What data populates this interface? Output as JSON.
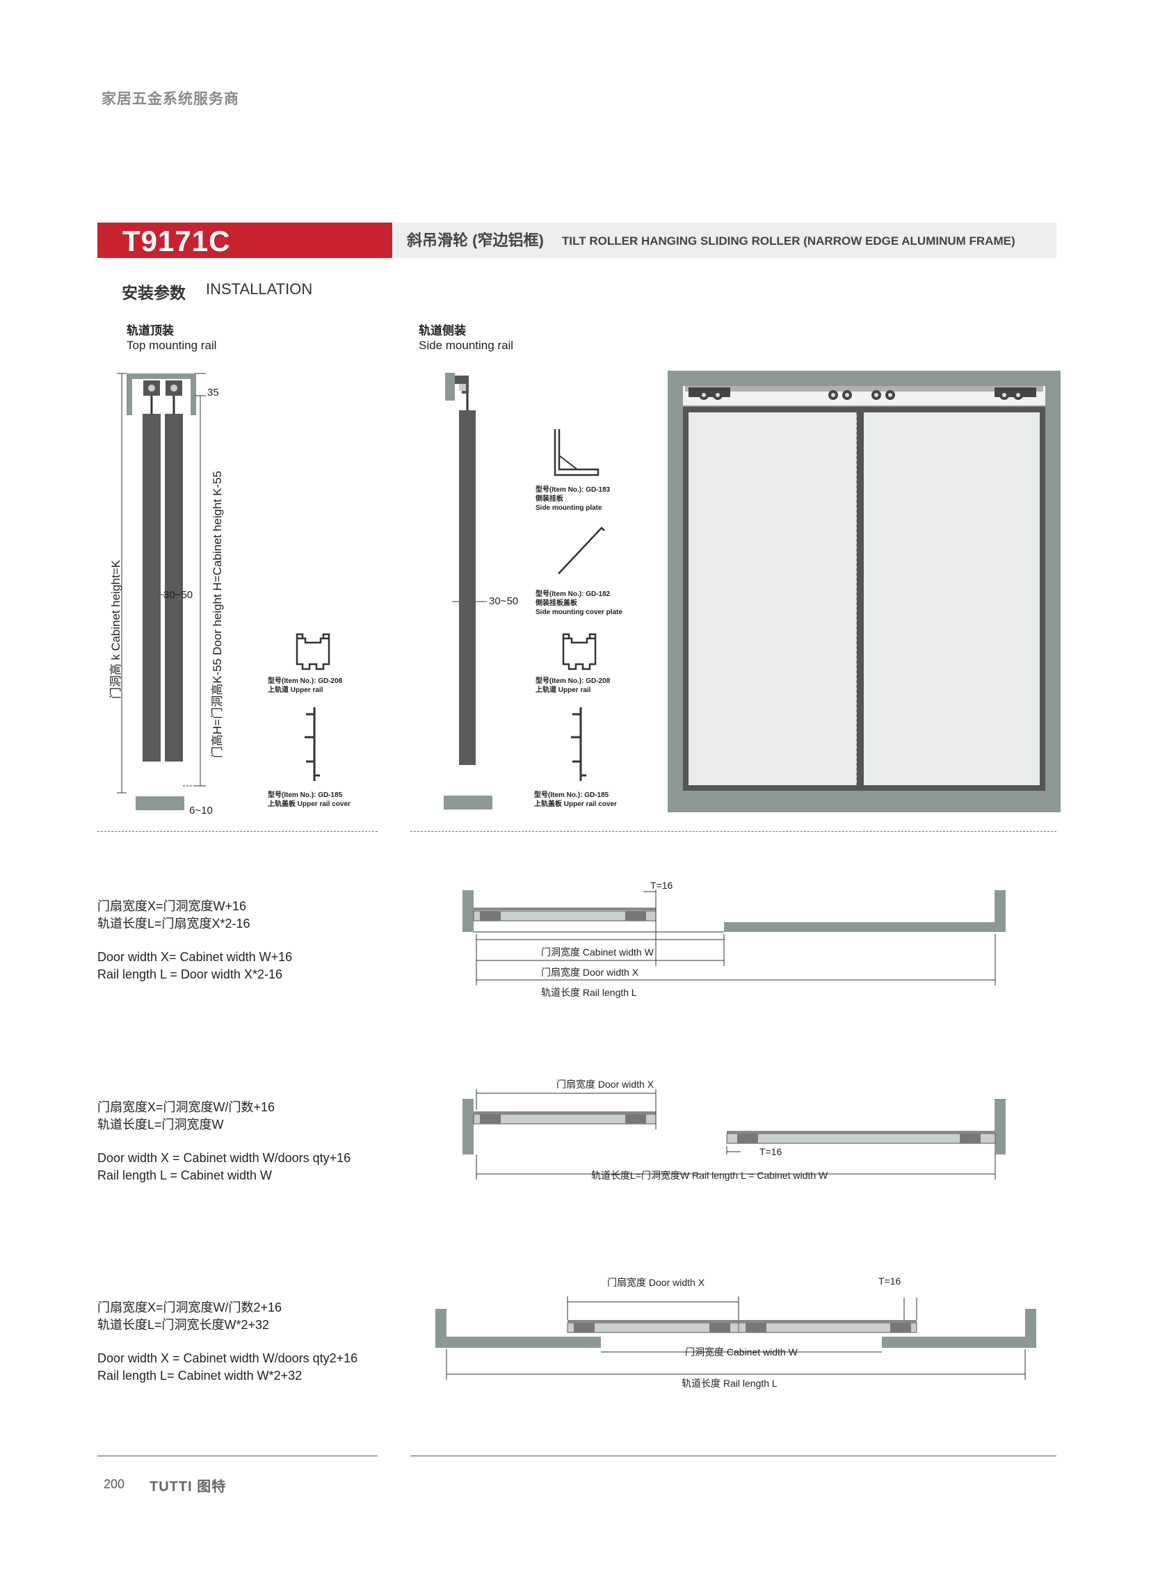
{
  "header": {
    "tagline": "家居五金系统服务商",
    "model": "T9171C",
    "title_cn": "斜吊滑轮 (窄边铝框)",
    "title_en": "TILT ROLLER HANGING SLIDING ROLLER (NARROW EDGE ALUMINUM FRAME)",
    "section_cn": "安装参数",
    "section_en": "INSTALLATION"
  },
  "top_mount": {
    "label_cn": "轨道顶装",
    "label_en": "Top mounting rail",
    "dim_top": "35",
    "dim_gap": "30~50",
    "dim_bottom": "6~10",
    "cabinet_height": "门洞高 k  Cabinet height=K",
    "door_height": "门高H=门洞高K-55  Door height H=Cabinet height K-55"
  },
  "side_mount": {
    "label_cn": "轨道侧装",
    "label_en": "Side mounting rail",
    "dim_gap": "30~50"
  },
  "parts": {
    "gd208_left": {
      "item": "型号(Item No.): GD-208",
      "name": "上轨道 Upper rail"
    },
    "gd185_left": {
      "item": "型号(Item No.): GD-185",
      "name": "上轨盖板 Upper rail cover"
    },
    "gd183": {
      "item": "型号(Item No.): GD-183",
      "name_cn": "侧装挂板",
      "name_en": "Side mounting plate"
    },
    "gd182": {
      "item": "型号(Item No.): GD-182",
      "name_cn": "侧装挂板盖板",
      "name_en": "Side mounting cover plate"
    },
    "gd208_right": {
      "item": "型号(Item No.): GD-208",
      "name": "上轨道 Upper rail"
    },
    "gd185_right": {
      "item": "型号(Item No.): GD-185",
      "name": "上轨盖板 Upper rail cover"
    }
  },
  "formula1": {
    "cn1": "门扇宽度X=门洞宽度W+16",
    "cn2": "轨道长度L=门扇宽度X*2-16",
    "en1": "Door width X= Cabinet width W+16",
    "en2": "Rail length L = Door width X*2-16",
    "t": "T=16",
    "d1": "门洞宽度 Cabinet width W",
    "d2": "门扇宽度 Door width X",
    "d3": "轨道长度 Rail length L"
  },
  "formula2": {
    "cn1": "门扇宽度X=门洞宽度W/门数+16",
    "cn2": "轨道长度L=门洞宽度W",
    "en1": "Door width X = Cabinet width W/doors qty+16",
    "en2": "Rail length L = Cabinet width W",
    "d1": "门扇宽度 Door width X",
    "t": "T=16",
    "d2": "轨道长度L=门洞宽度W  Rail length L = Cabinet width W"
  },
  "formula3": {
    "cn1": "门扇宽度X=门洞宽度W/门数2+16",
    "cn2": "轨道长度L=门洞宽长度W*2+32",
    "en1": "Door width X = Cabinet width W/doors qty2+16",
    "en2": "Rail length L= Cabinet width W*2+32",
    "d1": "门扇宽度 Door width X",
    "t": "T=16",
    "d2": "门洞宽度 Cabinet width W",
    "d3": "轨道长度 Rail length L"
  },
  "footer": {
    "page": "200",
    "brand": "TUTTI 图特"
  },
  "colors": {
    "accent_red": "#c9222f",
    "frame_gray": "#8c9896",
    "door_dark": "#555555"
  }
}
